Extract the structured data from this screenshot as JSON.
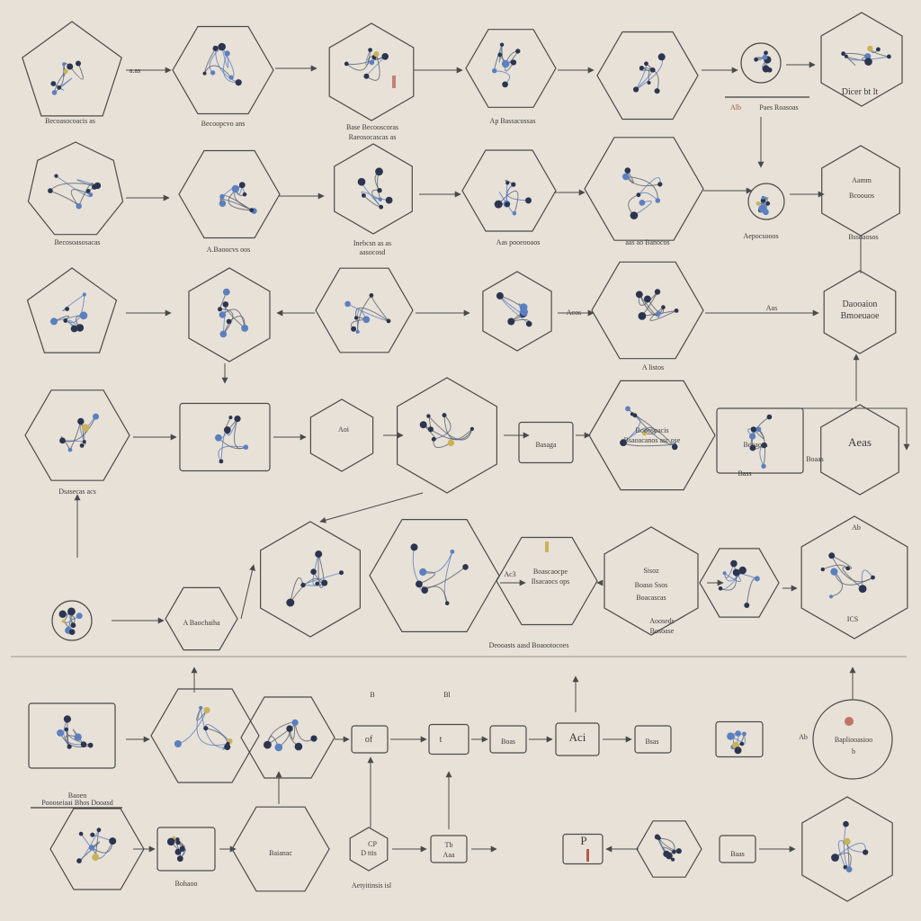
{
  "colors": {
    "background": "#e8e1d7",
    "stroke": "#4a4a4a",
    "node_dark": "#2b3550",
    "node_blue": "#5b7fbf",
    "accent_red": "#b5574f",
    "accent_yellow": "#c9b25a"
  },
  "labels": {
    "r1_small_a": "a.as",
    "r1_node1": "Becoasocoacis as",
    "r1_node2": "Becoopcvo ans",
    "r1_node3_a": "Base Becooscoras",
    "r1_node3_b": "Raeosocascas as",
    "r1_node4": "Ap Bassacossas",
    "r1_red": "Alb",
    "r1_small_b": "Paes Roasoas",
    "r1_corner": "Dicer bt lt",
    "r2_node1": "Becosoasosacas",
    "r2_node2": "A.Baoocvs oos",
    "r2_node3_a": "Inebcsn as as",
    "r2_node3_b": "aasocosd",
    "r2_node4": "Aas pooeooaos",
    "r2_node5": "aas ao Banocos",
    "r2_node6": "Aepocsooos",
    "r2_hex_a": "Aamm",
    "r2_hex_b": "Bcoouos",
    "r2_hex_c": "Bssoaosos",
    "r3_mid": "Acos",
    "r3_small": "Aas",
    "r3_node": "A listos",
    "r3_hex_a": "Daooaion",
    "r3_hex_b": "Bmoeuaoe",
    "r4_node1": "Dsasecas acs",
    "r4_box2": "Aoi",
    "r4_box3": "Basaga",
    "r4_wide_a": "Booosoacis",
    "r4_wide_b": "Bsaoacanos asc ose",
    "r4_small_a": "Bcoaoas",
    "r4_small_b": "Boaas",
    "r4_small_c": "Bass",
    "r4_red": "Aeas",
    "r5_node1": "A Baochaiha",
    "r5_node4_a": "Boascaocpe",
    "r5_node4_b": "Ilsacaocs ops",
    "r5_node4_c": "Deooasts aasd Boaootocoes",
    "r5_small": "Ac3",
    "r5_node5_a": "Sisoz",
    "r5_node5_b": "Boaso Ssos",
    "r5_node5_c": "Boacascas",
    "r5_node6_a": "Aooseds",
    "r5_node6_b": "Bosoase",
    "r5_end_a": "Ab",
    "r5_end_b": "ICS",
    "r6_mark_a": "B",
    "r6_mark_b": "Bl",
    "r6_node1_a": "Baoen",
    "r6_node1_b": "Poooseiaai Bhos Dooasd",
    "r6_box1": "of",
    "r6_box2": "t",
    "r6_box3": "Boas",
    "r6_box4": "Aci",
    "r6_box5": "Bsas",
    "r6_side": "Ab",
    "r6_circle": "Bapliooasioo",
    "r6_circle_b": "b",
    "r7_node1": "Bohaoo",
    "r7_node2": "Baianac",
    "r7_box1_a": "CP",
    "r7_box1_b": "D ttis",
    "r7_bottom": "Aetyitinsis isl",
    "r7_box2_a": "Tb",
    "r7_box2_b": "Aaa",
    "r7_box3": "P",
    "r7_box4": "Baas"
  }
}
